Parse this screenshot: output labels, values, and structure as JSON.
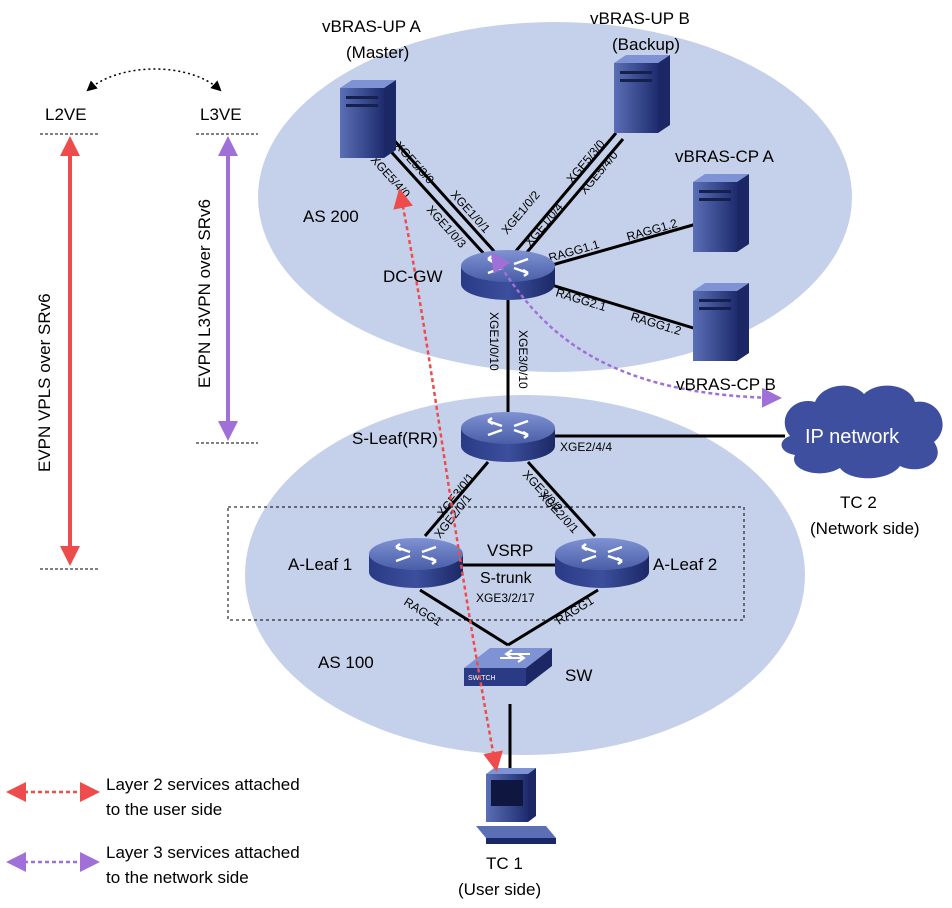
{
  "colors": {
    "as_ellipse": "#c5d1ea",
    "device_dark": "#23337a",
    "device_light": "#5b6fb6",
    "cloud": "#3f4f9f",
    "l2_arrow": "#ee4c4c",
    "l3_arrow": "#a070d8",
    "link": "#000000"
  },
  "regions": {
    "as200": "AS 200",
    "as100": "AS 100"
  },
  "devices": {
    "up_a": "vBRAS-UP A",
    "up_a_role": "(Master)",
    "up_b": "vBRAS-UP B",
    "up_b_role": "(Backup)",
    "cp_a": "vBRAS-CP A",
    "cp_b": "vBRAS-CP B",
    "dc_gw": "DC-GW",
    "s_leaf": "S-Leaf(RR)",
    "a_leaf1": "A-Leaf 1",
    "a_leaf2": "A-Leaf 2",
    "sw": "SW",
    "sw_face": "SWITCH",
    "tc1": "TC 1",
    "tc1_role": "(User side)",
    "tc2": "TC 2",
    "tc2_role": "(Network side)",
    "ip_network": "IP network"
  },
  "ports": {
    "upa_1": "XGE5/3/0",
    "upa_2": "XGE5/4/0",
    "gw_upa_1": "XGE1/0/1",
    "gw_upa_2": "XGE1/0/3",
    "gw_upb_1": "XGE1/0/2",
    "gw_upb_2": "XGE1/0/4",
    "upb_1": "XGE5/3/0",
    "upb_2": "XGE5/4/0",
    "gw_cpa": "RAGG1.1",
    "cpa": "RAGG1.2",
    "gw_cpb": "RAGG2.1",
    "cpb": "RAGG1.2",
    "gw_down": "XGE1/0/10",
    "sleaf_up": "XGE3/0/10",
    "sleaf_ip": "XGE2/4/4",
    "sleaf_l1": "XGE3/0/1",
    "l1_up": "XGE2/0/1",
    "sleaf_l2": "XGE3/0/2",
    "l2_up": "XGE2/0/1",
    "vsrp": "VSRP",
    "strunk": "S-trunk",
    "strunk_port": "XGE3/2/17",
    "l1_ragg": "RAGG1",
    "l2_ragg": "RAGG1"
  },
  "scope": {
    "l2ve": "L2VE",
    "l3ve": "L3VE",
    "l2_span": "EVPN VPLS over SRv6",
    "l3_span": "EVPN L3VPN over SRv6"
  },
  "legend": {
    "l2_line1": "Layer 2 services attached",
    "l2_line2": "to the user side",
    "l3_line1": "Layer 3 services attached",
    "l3_line2": "to the network side"
  }
}
